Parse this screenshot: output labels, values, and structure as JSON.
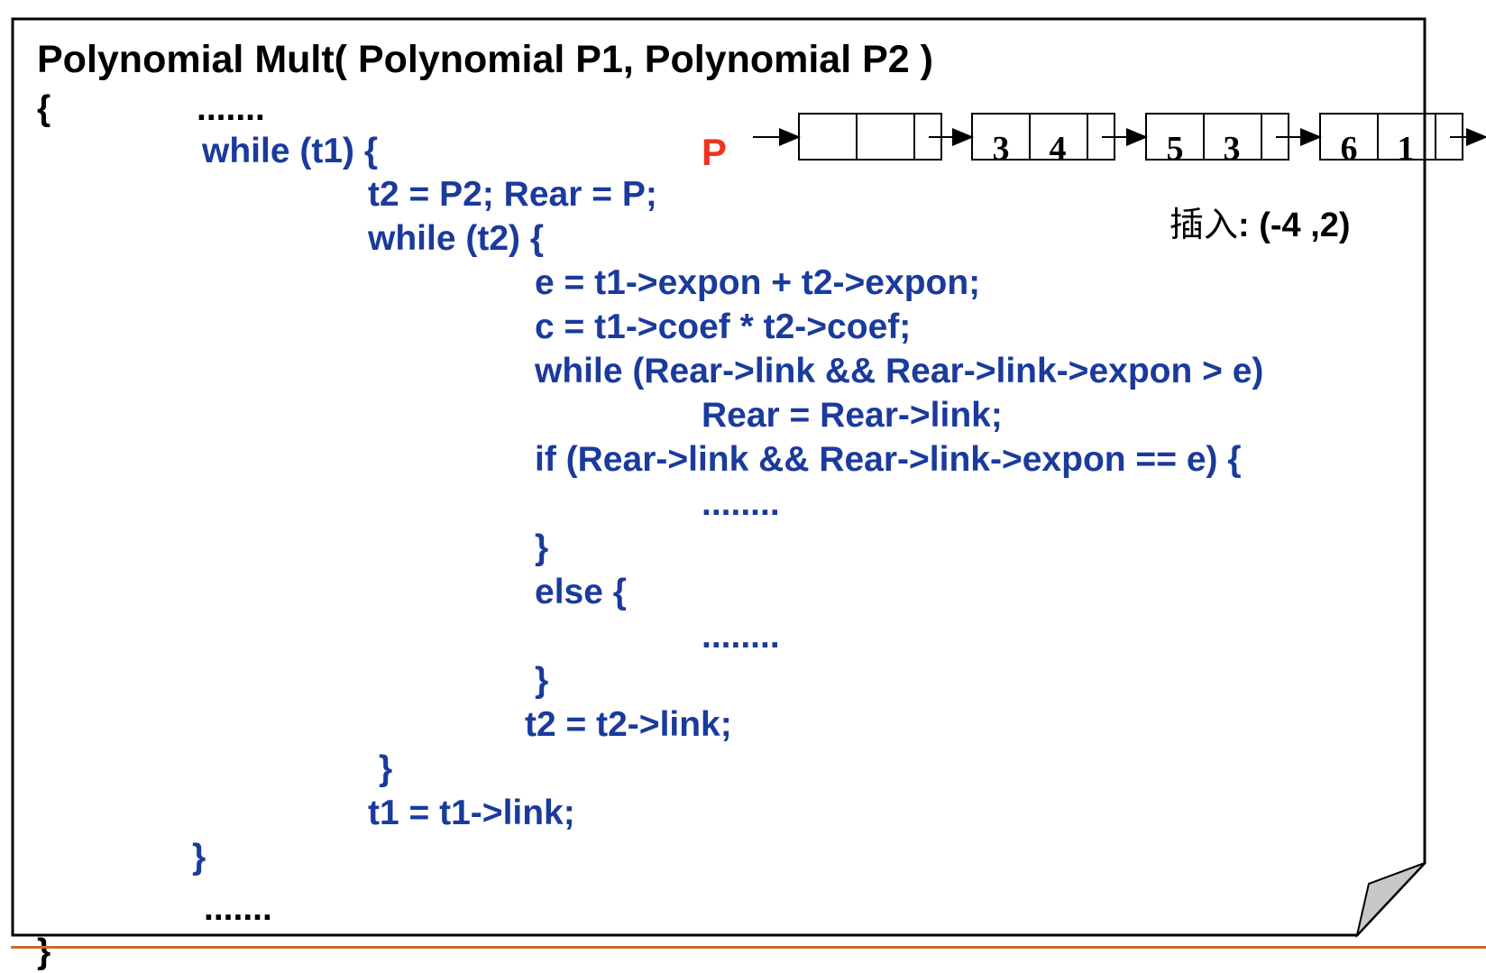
{
  "code": {
    "title": "Polynomial Mult( Polynomial P1, Polynomial P2 )",
    "open_brace": "{",
    "dots_1": ".......",
    "while_t1": "while (t1) {",
    "t2_assign": "t2 = P2; Rear = P;",
    "while_t2": "while (t2) {",
    "e_assign": "e = t1->expon + t2->expon;",
    "c_assign": "c = t1->coef * t2->coef;",
    "while_rear": "while (Rear->link && Rear->link->expon > e)",
    "rear_assign": "Rear = Rear->link;",
    "if_rear": "if (Rear->link && Rear->link->expon == e) {",
    "dots_if": "........",
    "close_if": "}",
    "else_open": "else {",
    "dots_else": "........",
    "close_else": "}",
    "t2_link": "t2 = t2->link;",
    "close_while_t2": "}",
    "t1_link": "t1 = t1->link;",
    "close_while_t1": "}",
    "dots_2": ".......",
    "close_brace": "}"
  },
  "diagram": {
    "pointer_label": "P",
    "nodes": [
      {
        "coef": "",
        "expon": ""
      },
      {
        "coef": "3",
        "expon": "4"
      },
      {
        "coef": "5",
        "expon": "3"
      },
      {
        "coef": "6",
        "expon": "1"
      }
    ],
    "insert_label": "插入",
    "insert_value": ": (-4 ,2)"
  },
  "colors": {
    "code": "#1a3a9c",
    "heading": "#000000",
    "pointer": "#ee3322",
    "footer_line": "#cc6a2a",
    "page_curl": "#c8c8c8"
  }
}
